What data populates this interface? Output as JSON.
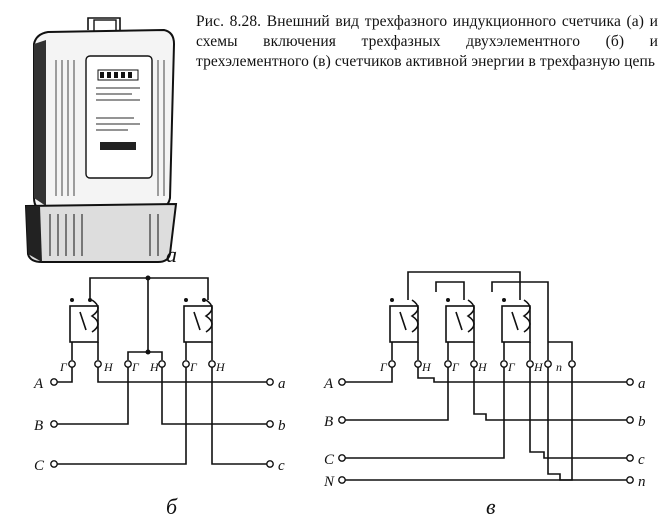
{
  "caption": {
    "prefix": "Рис. 8.28.",
    "text": "Внешний вид трехфазного индукционного счетчика (а) и схемы включения трехфазных двухэлементного (б) и трехэлементного (в) счетчиков активной энергии в трехфазную цепь"
  },
  "panel_labels": {
    "a": "а",
    "b": "б",
    "v": "в"
  },
  "diagram_b": {
    "inputs": [
      "A",
      "B",
      "C"
    ],
    "outputs": [
      "a",
      "b",
      "c"
    ],
    "terminals": [
      "Г",
      "Н",
      "Г",
      "Н",
      "Г",
      "Н"
    ]
  },
  "diagram_v": {
    "inputs": [
      "A",
      "B",
      "C",
      "N"
    ],
    "outputs": [
      "a",
      "b",
      "c",
      "n"
    ],
    "terminals": [
      "Г",
      "Н",
      "Г",
      "Н",
      "Г",
      "Н",
      "n"
    ]
  }
}
